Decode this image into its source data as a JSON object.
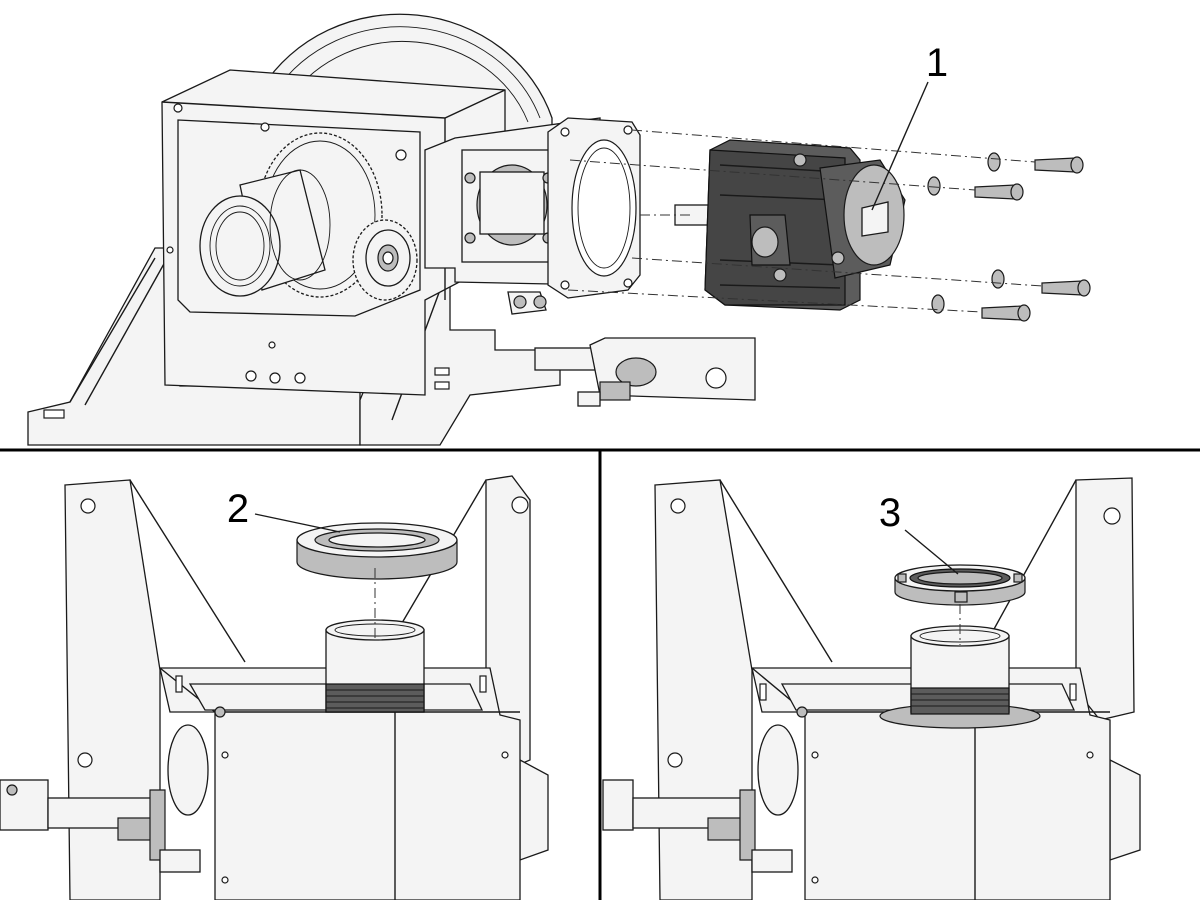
{
  "callouts": [
    {
      "label": "1",
      "part": "servo-motor"
    },
    {
      "label": "2",
      "part": "bearing"
    },
    {
      "label": "3",
      "part": "lock-nut"
    }
  ],
  "colors": {
    "line": "#1a1a1a",
    "part_light": "#f4f4f4",
    "part_mid": "#bdbdbd",
    "part_dark": "#5c5c5c",
    "divider": "#000000"
  }
}
